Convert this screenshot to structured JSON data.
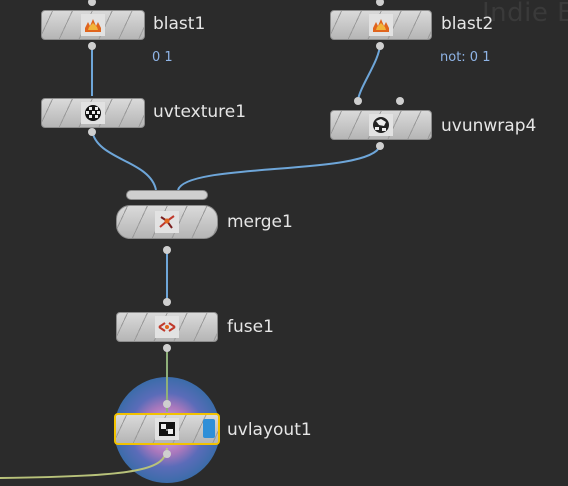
{
  "watermark": "Indie E",
  "nodes": {
    "blast1": {
      "label": "blast1",
      "sub": "0 1",
      "icon": "blast-icon"
    },
    "blast2": {
      "label": "blast2",
      "sub": "not: 0 1",
      "icon": "blast-icon"
    },
    "uvtexture1": {
      "label": "uvtexture1",
      "icon": "checker-ball-icon"
    },
    "uvunwrap4": {
      "label": "uvunwrap4",
      "icon": "checker-ball-icon"
    },
    "merge1": {
      "label": "merge1",
      "icon": "merge-icon"
    },
    "fuse1": {
      "label": "fuse1",
      "icon": "fuse-icon"
    },
    "uvlayout1": {
      "label": "uvlayout1",
      "icon": "uv-layout-icon"
    }
  },
  "colors": {
    "background": "#2b2b2b",
    "wire": "#6ea6d9",
    "selected_outline": "#f2c200",
    "display_flag": "#2f8fd8",
    "sub_text": "#8fb4e6",
    "halo_outer": "#3c6fb0",
    "halo_inner": "#b07cc4"
  }
}
